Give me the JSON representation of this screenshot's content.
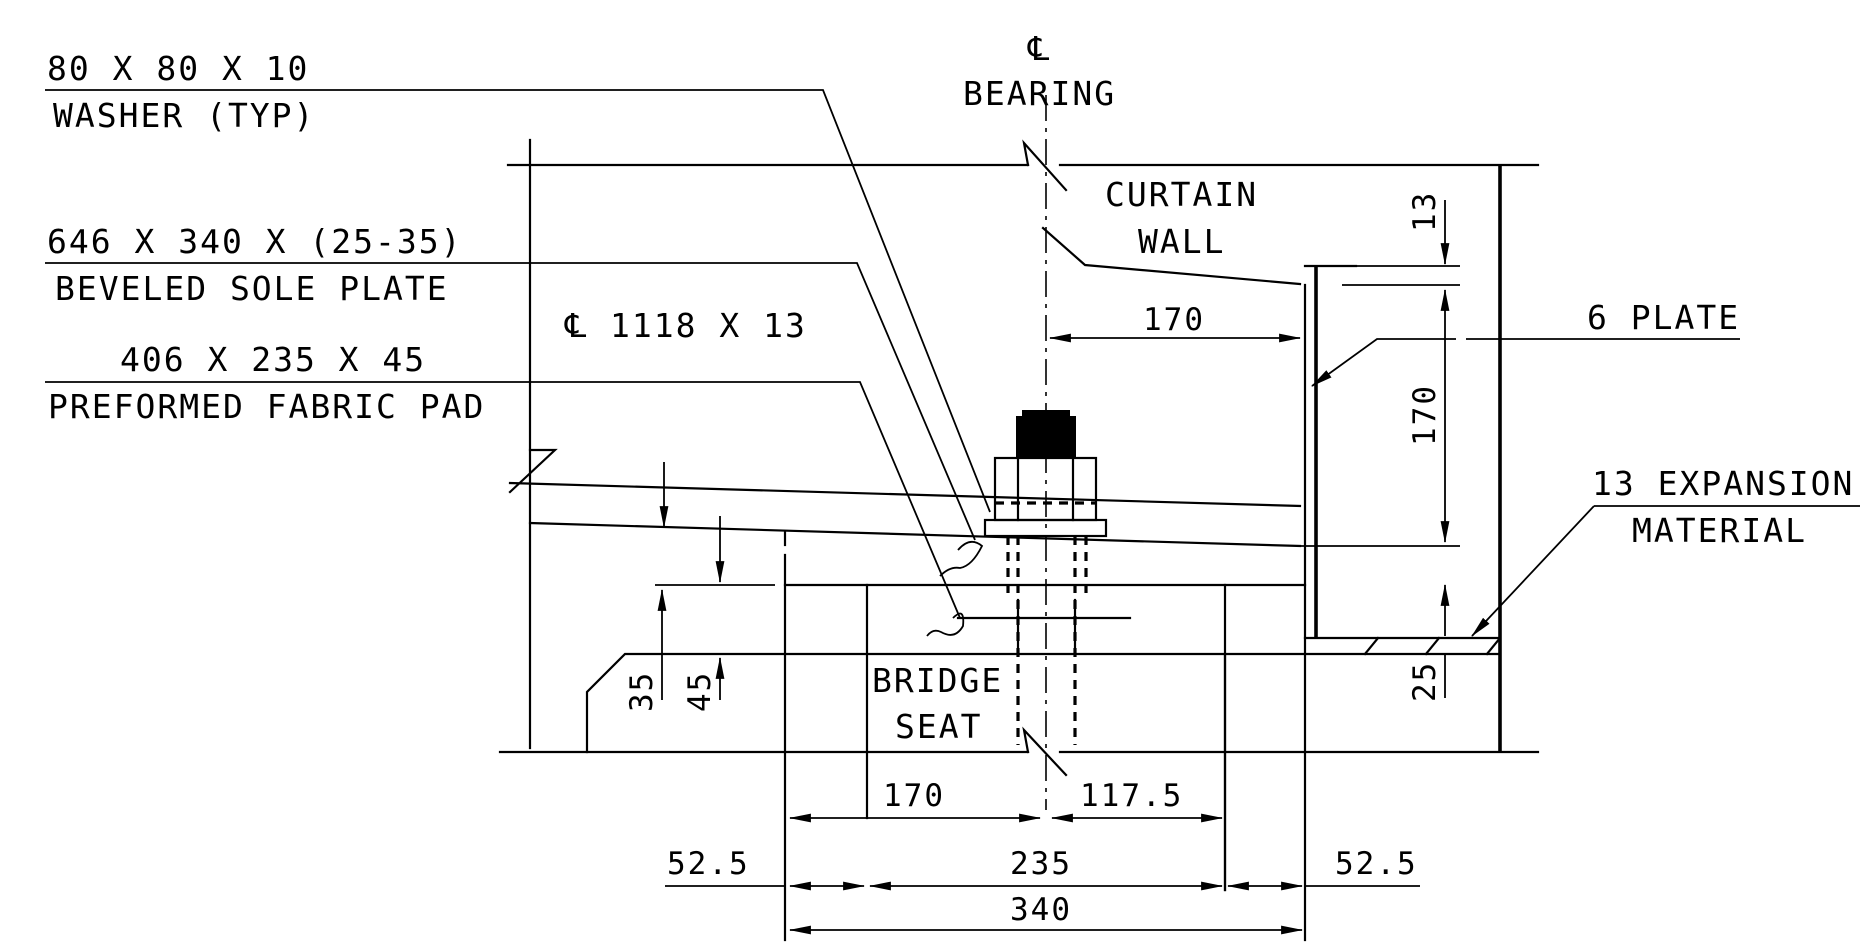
{
  "labels": {
    "washer_size": "80 X 80 X 10",
    "washer_desc": "WASHER (TYP)",
    "sole_size": "646 X 340 X (25-35)",
    "sole_desc": "BEVELED SOLE PLATE",
    "pad_size": "406 X 235 X 45",
    "pad_desc": "PREFORMED FABRIC PAD",
    "plate_callout": "℄ 1118 X 13",
    "cl_symbol": "℄",
    "cl_label": "BEARING",
    "curtain_1": "CURTAIN",
    "curtain_2": "WALL",
    "six_plate": "6 PLATE",
    "expansion_1": "13 EXPANSION",
    "expansion_2": "MATERIAL",
    "bridge_1": "BRIDGE",
    "bridge_2": "SEAT"
  },
  "dims": {
    "d13_top": "13",
    "d170_horiz": "170",
    "d170_vert": "170",
    "d25": "25",
    "d35": "35",
    "d45": "45",
    "d170_bottom": "170",
    "d117": "117.5",
    "d52_left": "52.5",
    "d235": "235",
    "d52_right": "52.5",
    "d340": "340"
  }
}
